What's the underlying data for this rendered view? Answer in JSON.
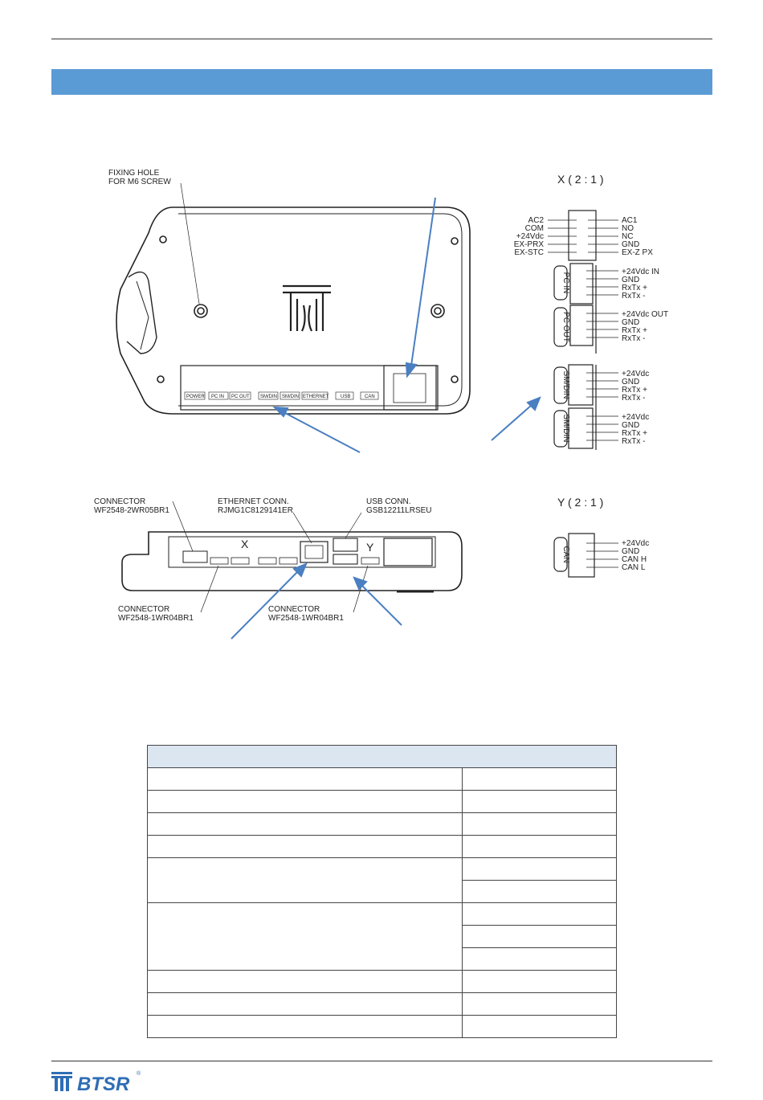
{
  "header": {
    "section_title": ""
  },
  "diagram_top": {
    "fixing_hole_label": [
      "FIXING HOLE",
      "FOR M6 SCREW"
    ],
    "port_labels": [
      "POWER",
      "PC IN",
      "PC OUT",
      "SM/DIN",
      "SM/DIN",
      "ETHERNET",
      "USB",
      "CAN"
    ]
  },
  "detail_x": {
    "title": "X ( 2 : 1 )",
    "power_left": [
      "AC2",
      "COM",
      "+24Vdc",
      "EX-PRX",
      "EX-STC"
    ],
    "power_right": [
      "AC1",
      "NO",
      "NC",
      "GND",
      "EX-Z PX"
    ],
    "groups": [
      {
        "tag": "PC IN",
        "pins": [
          "+24Vdc IN",
          "GND",
          "RxTx +",
          "RxTx -"
        ]
      },
      {
        "tag": "PC OUT",
        "pins": [
          "+24Vdc OUT",
          "GND",
          "RxTx +",
          "RxTx -"
        ]
      },
      {
        "tag": "SM/DIN",
        "pins": [
          "+24Vdc",
          "GND",
          "RxTx +",
          "RxTx -"
        ]
      },
      {
        "tag": "SM/DIN",
        "pins": [
          "+24Vdc",
          "GND",
          "RxTx +",
          "RxTx -"
        ]
      }
    ]
  },
  "diagram_bottom": {
    "connector_top_left": [
      "CONNECTOR",
      "WF2548-2WR05BR1"
    ],
    "ethernet_conn": [
      "ETHERNET CONN.",
      "RJMG1C8129141ER"
    ],
    "usb_conn": [
      "USB CONN.",
      "GSB12211LRSEU"
    ],
    "connector_bottom_left": [
      "CONNECTOR",
      "WF2548-1WR04BR1"
    ],
    "connector_bottom_mid": [
      "CONNECTOR",
      "WF2548-1WR04BR1"
    ],
    "x_mark": "X",
    "y_mark": "Y"
  },
  "detail_y": {
    "title": "Y ( 2 : 1 )",
    "tag": "CAN",
    "pins": [
      "+24Vdc",
      "GND",
      "CAN H",
      "CAN L"
    ]
  },
  "table": {
    "rows": 12
  },
  "footer": {
    "logo_text": "BTSR",
    "registered": "®"
  },
  "colors": {
    "accent": "#5b9bd5",
    "arrow": "#4a7fc1",
    "table_header": "#dce6f1"
  }
}
